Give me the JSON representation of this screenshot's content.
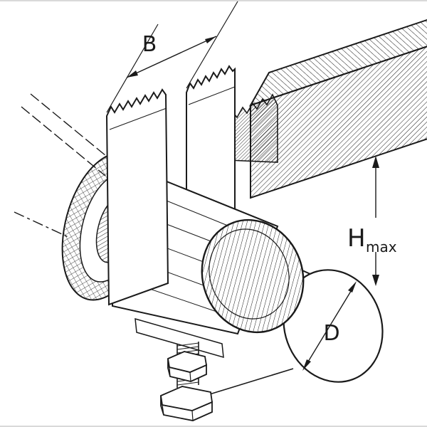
{
  "meta": {
    "background": "#ffffff",
    "ink": "#1a1a1a"
  },
  "diagram": {
    "kind": "isometric-technical-drawing",
    "subject": "cable-clamp-assembly",
    "parts": [
      "mounting-rail",
      "clamp-strap-left",
      "clamp-strap-right",
      "clamp-body",
      "cable",
      "fixing-bolt",
      "hex-nut-upper",
      "hex-nut-lower"
    ],
    "labels": {
      "width": "B",
      "height": "H",
      "height_subscript": "max",
      "diameter": "D"
    }
  }
}
